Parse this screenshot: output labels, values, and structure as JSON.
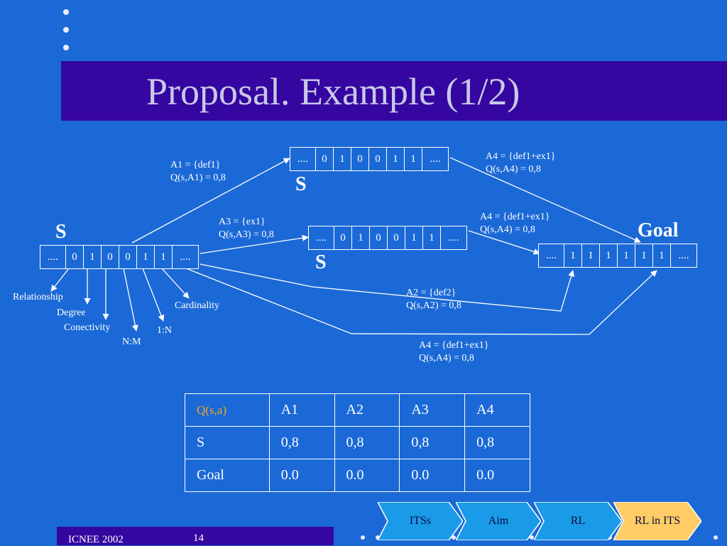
{
  "slide": {
    "title": "Proposal. Example (1/2)"
  },
  "states": {
    "start": {
      "label": "S",
      "cells": [
        "....",
        "0",
        "1",
        "0",
        "0",
        "1",
        "1",
        "...."
      ]
    },
    "top": {
      "label": "S",
      "cells": [
        "....",
        "0",
        "1",
        "0",
        "0",
        "1",
        "1",
        "...."
      ]
    },
    "middle": {
      "label": "S",
      "cells": [
        "....",
        "0",
        "1",
        "0",
        "0",
        "1",
        "1",
        "...."
      ]
    },
    "goal": {
      "label": "Goal",
      "cells": [
        "....",
        "1",
        "1",
        "1",
        "1",
        "1",
        "1",
        "...."
      ]
    }
  },
  "actions": {
    "a1": {
      "line1": "A1 = {def1}",
      "line2": "Q(s,A1) = 0,8"
    },
    "a3": {
      "line1": "A3 = {ex1}",
      "line2": "Q(s,A3) = 0,8"
    },
    "a4_top": {
      "line1": "A4 = {def1+ex1}",
      "line2": "Q(s,A4) = 0,8"
    },
    "a4_mid": {
      "line1": "A4 = {def1+ex1}",
      "line2": "Q(s,A4) = 0,8"
    },
    "a2": {
      "line1": "A2 = {def2}",
      "line2": "Q(s,A2) = 0,8"
    },
    "a4_bottom": {
      "line1": "A4 = {def1+ex1}",
      "line2": "Q(s,A4) = 0,8"
    }
  },
  "features": {
    "relationship": "Relationship",
    "degree": "Degree",
    "conectivity": "Conectivity",
    "nm": "N:M",
    "one_n": "1:N",
    "cardinality": "Cardinality"
  },
  "q_table": {
    "header": [
      "Q(s,a)",
      "A1",
      "A2",
      "A3",
      "A4"
    ],
    "rows": [
      [
        "S",
        "0,8",
        "0,8",
        "0,8",
        "0,8"
      ],
      [
        "Goal",
        "0.0",
        "0.0",
        "0.0",
        "0.0"
      ]
    ]
  },
  "footer": {
    "left": "ICNEE 2002",
    "page": "14"
  },
  "nav": [
    "ITSs",
    "Aim",
    "RL",
    "RL in ITS"
  ],
  "colors": {
    "background": "#1b69d6",
    "title_band": "#3506a0",
    "title_text": "#c8c8e8",
    "q_header": "#f5a623",
    "nav_button": "#1a9be8",
    "nav_active": "#ffcc66"
  }
}
